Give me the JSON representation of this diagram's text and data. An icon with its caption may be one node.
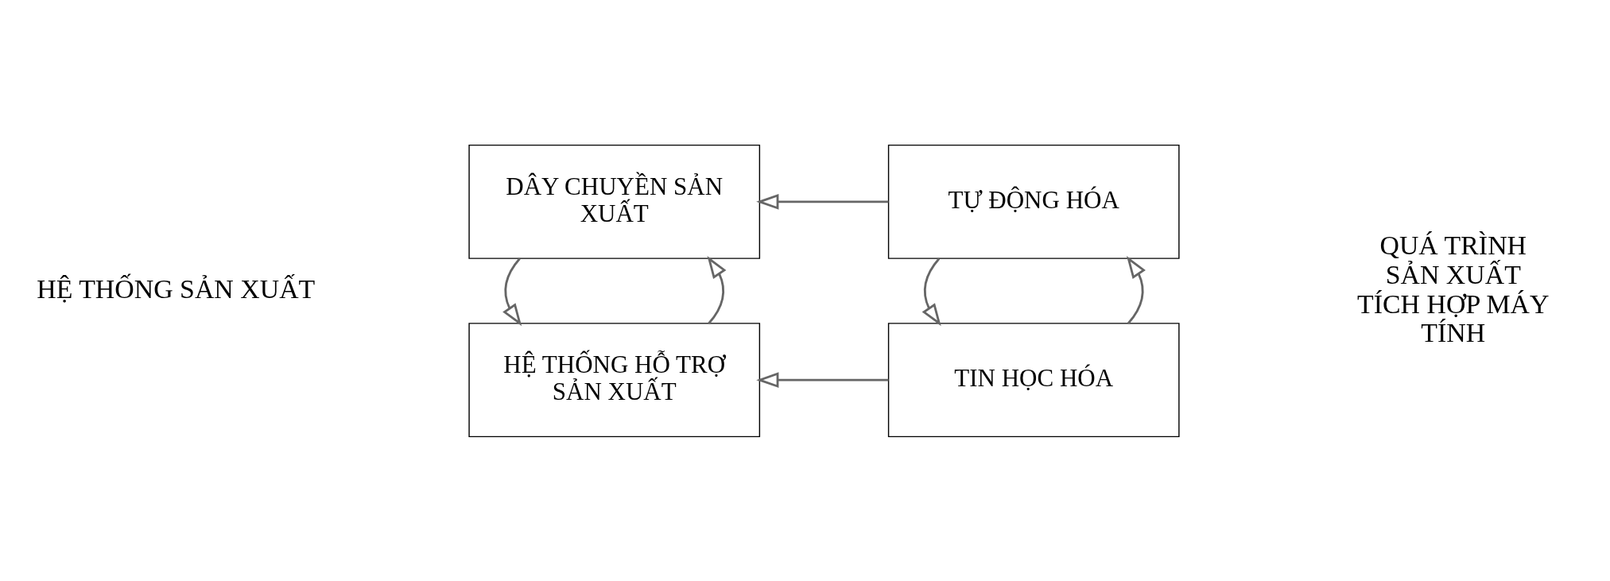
{
  "diagram": {
    "nodes": [
      {
        "text": [
          "HỆ THỐNG HỖ TRỢ SẢN XUẤT"
        ]
      },
      {
        "text": [
          "TIN HỌC HÓA"
        ]
      },
      {
        "text": [
          "DÂY CHUYỀN SẢN XUẤT"
        ]
      },
      {
        "text": [
          "TỰ ĐỘNG HÓA"
        ]
      }
    ],
    "edges": [
      {
        "from": 1,
        "to": 0,
        "arrow": "to"
      },
      {
        "from": 2,
        "to": 0,
        "arrow": "to"
      },
      {
        "from": 0,
        "to": 2,
        "arrow": "to"
      },
      {
        "from": 3,
        "to": 1,
        "arrow": "to"
      },
      {
        "from": 1,
        "to": 3,
        "arrow": "to"
      },
      {
        "from": 3,
        "to": 2,
        "arrow": "to"
      }
    ],
    "labels": [
      "HỆ THỐNG SẢN XUẤT",
      "QUÁ TRÌNH SẢN XUẤT TÍCH HỢP MÁY TÍNH"
    ]
  }
}
